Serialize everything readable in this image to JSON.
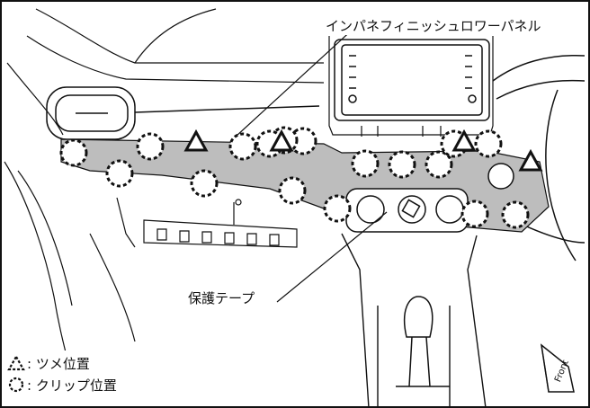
{
  "callouts": {
    "panel_label": "インパネフィニッシュロワーパネル",
    "tape_label": "保護テープ"
  },
  "legend": {
    "claw_label": ": ツメ位置",
    "clip_label": ": クリップ位置"
  },
  "direction": {
    "front_label": "Front"
  },
  "colors": {
    "line": "#111111",
    "tape_fill": "#bdbdbd",
    "background": "#ffffff"
  },
  "markers": {
    "claw_count": 4,
    "clip_count": 17
  }
}
